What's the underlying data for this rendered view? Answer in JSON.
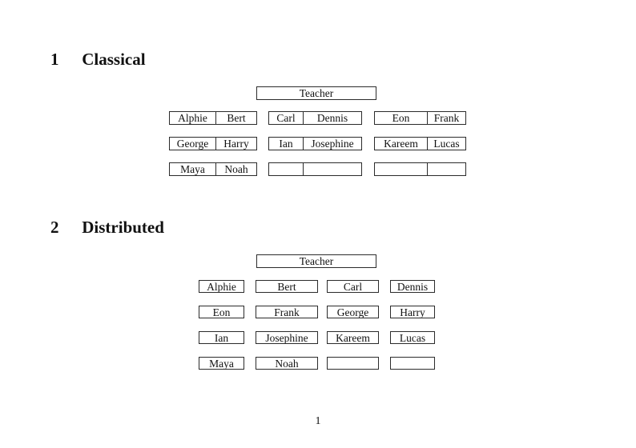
{
  "page_number": "1",
  "sections": [
    {
      "number": "1",
      "title": "Classical"
    },
    {
      "number": "2",
      "title": "Distributed"
    }
  ],
  "classical": {
    "teacher_label": "Teacher",
    "pair_rows": [
      [
        [
          "Alphie",
          "Bert"
        ],
        [
          "Carl",
          "Dennis"
        ],
        [
          "Eon",
          "Frank"
        ]
      ],
      [
        [
          "George",
          "Harry"
        ],
        [
          "Ian",
          "Josephine"
        ],
        [
          "Kareem",
          "Lucas"
        ]
      ],
      [
        [
          "Maya",
          "Noah"
        ],
        [
          "",
          ""
        ],
        [
          "",
          ""
        ]
      ]
    ]
  },
  "distributed": {
    "teacher_label": "Teacher",
    "rows": [
      [
        "Alphie",
        "Bert",
        "Carl",
        "Dennis"
      ],
      [
        "Eon",
        "Frank",
        "George",
        "Harry"
      ],
      [
        "Ian",
        "Josephine",
        "Kareem",
        "Lucas"
      ],
      [
        "Maya",
        "Noah",
        "",
        ""
      ]
    ]
  }
}
